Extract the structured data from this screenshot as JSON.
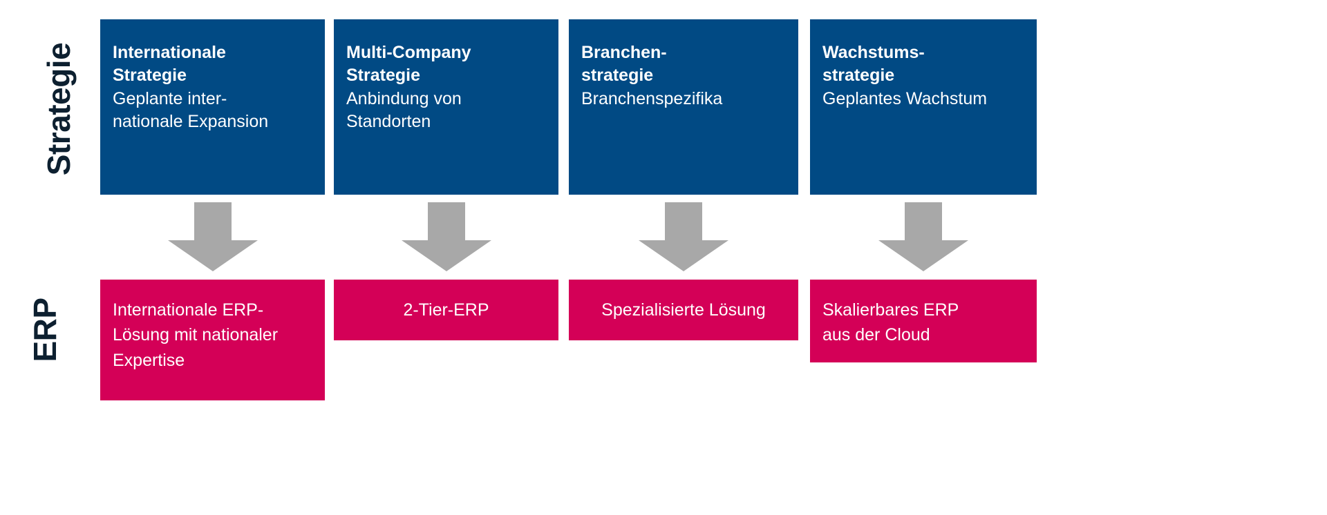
{
  "diagram": {
    "rows": [
      {
        "key": "strategie",
        "label": "Strategie"
      },
      {
        "key": "erp",
        "label": "ERP"
      }
    ],
    "arrow_color": "#a8a8a8",
    "strategy_color": "#014a84",
    "erp_color": "#d40057",
    "label_color": "#0d2030",
    "columns": [
      {
        "strategy_title": "Internationale\nStrategie",
        "strategy_desc": "Geplante inter-\nnationale Expansion",
        "erp_text": "Internationale ERP-\nLösung mit nationaler\nExpertise",
        "erp_align": "left"
      },
      {
        "strategy_title": "Multi-Company\nStrategie",
        "strategy_desc": "Anbindung von\nStandorten",
        "erp_text": "2-Tier-ERP",
        "erp_align": "center"
      },
      {
        "strategy_title": "Branchen-\nstrategie",
        "strategy_desc": "Branchenspezifika",
        "erp_text": "Spezialisierte Lösung",
        "erp_align": "center"
      },
      {
        "strategy_title": "Wachstums-\nstrategie",
        "strategy_desc": "Geplantes Wachstum",
        "erp_text": "Skalierbares ERP\naus der Cloud",
        "erp_align": "left"
      }
    ]
  }
}
